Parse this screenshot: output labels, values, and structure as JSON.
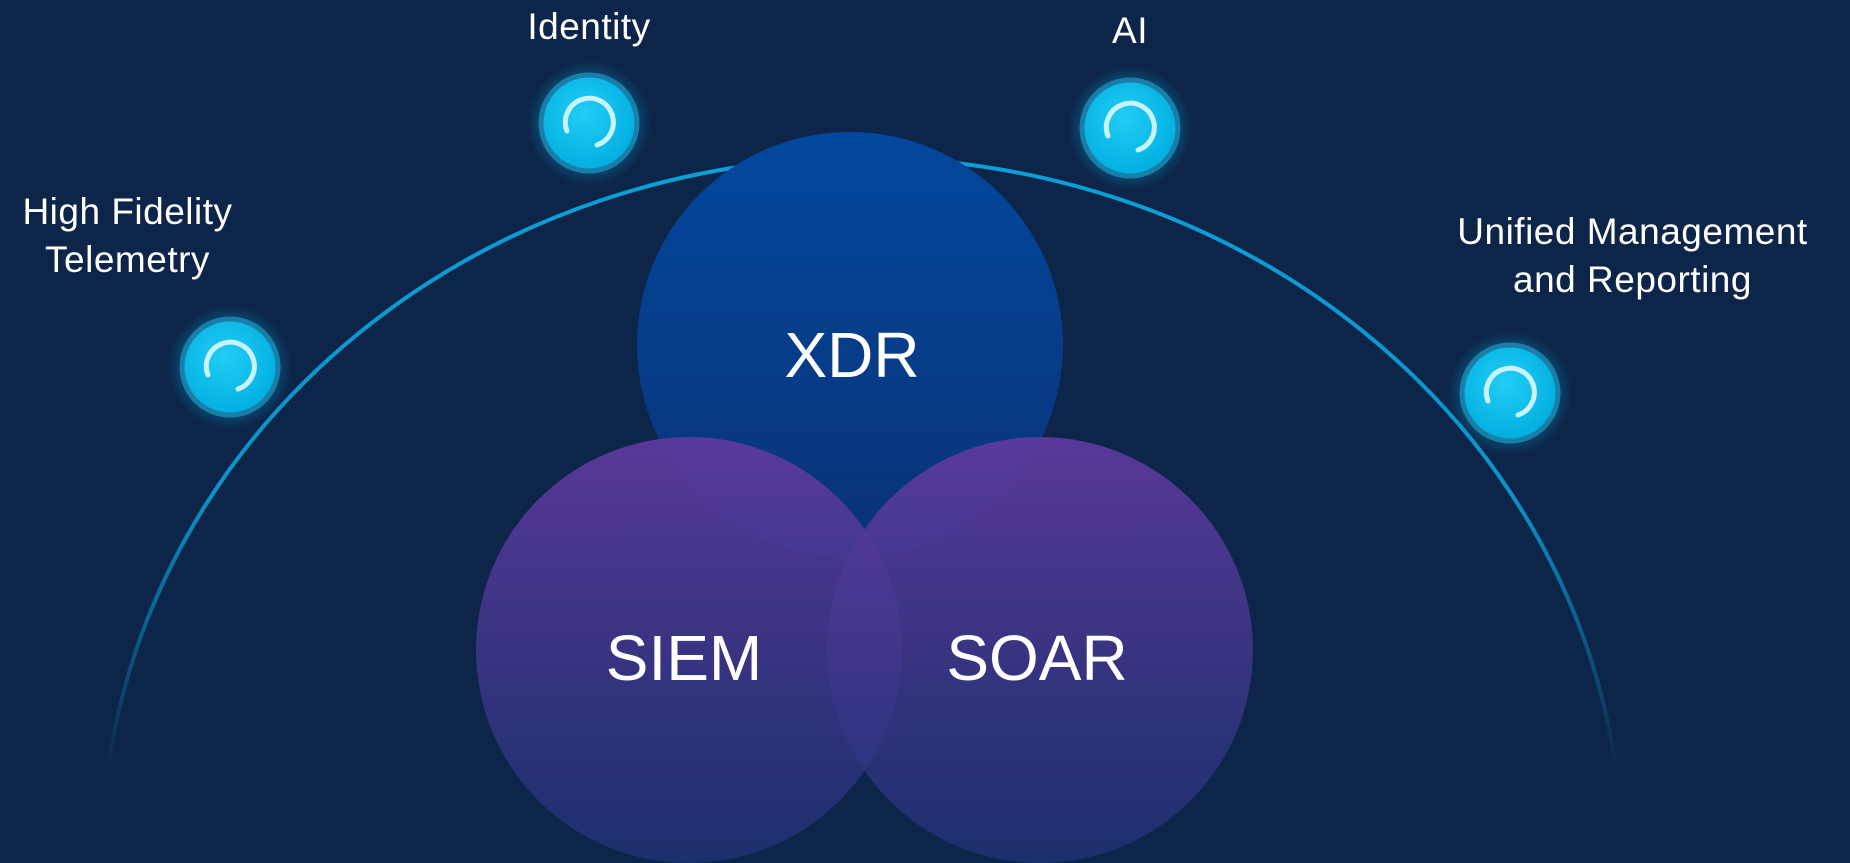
{
  "colors": {
    "background": "#0d2549",
    "arc": "#0aa0d8",
    "node_fill": "#00bceb",
    "xdr_circle": "#02479c",
    "siem_soar_circle": "#5b3a9e"
  },
  "nodes": [
    {
      "id": "high-fidelity-telemetry",
      "lines": [
        "High Fidelity",
        "Telemetry"
      ],
      "icon": "ring-node-icon"
    },
    {
      "id": "identity",
      "lines": [
        "Identity"
      ],
      "icon": "ring-node-icon"
    },
    {
      "id": "ai",
      "lines": [
        "AI"
      ],
      "icon": "ring-node-icon"
    },
    {
      "id": "unified-management",
      "lines": [
        "Unified Management",
        "and Reporting"
      ],
      "icon": "ring-node-icon"
    }
  ],
  "circles": {
    "xdr": "XDR",
    "siem": "SIEM",
    "soar": "SOAR"
  }
}
